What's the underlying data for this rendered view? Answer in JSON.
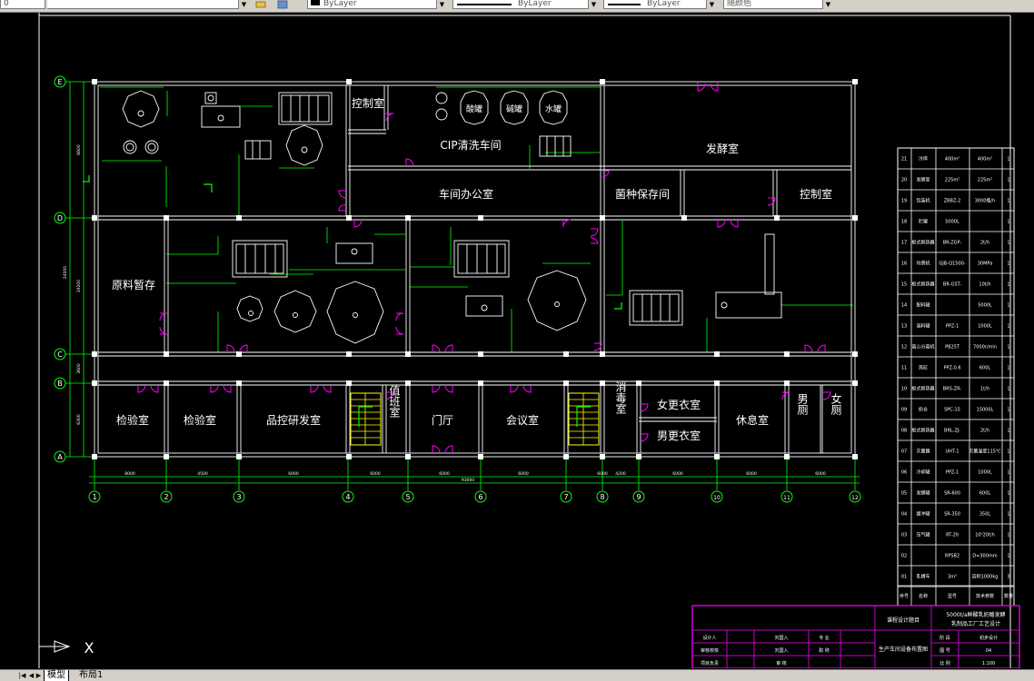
{
  "toolbar": {
    "layer_value": "0",
    "color_value": "ByLayer",
    "linetype_value": "ByLayer",
    "lineweight_value": "ByLayer",
    "plotstyle_value": "随颜色"
  },
  "grid": {
    "x_labels": [
      "1",
      "2",
      "3",
      "4",
      "5",
      "6",
      "7",
      "8",
      "9",
      "10",
      "11",
      "12"
    ],
    "y_labels": [
      "E",
      "D",
      "C",
      "B",
      "A"
    ]
  },
  "dimensions": {
    "bottom": [
      "8000",
      "4500",
      "6000",
      "6000",
      "6000",
      "6000",
      "6000",
      "4200",
      "6000",
      "6000",
      "6000"
    ],
    "total": "93000",
    "left": [
      "6600",
      "19200",
      "3600",
      "6300",
      "24000"
    ]
  },
  "rooms": {
    "control_room_1": "控制室",
    "cip_room": "CIP清洗车间",
    "fermentation_room": "发酵室",
    "office": "车间办公室",
    "culture_room": "菌种保存间",
    "control_room_2": "控制室",
    "raw_storage": "原料暂存",
    "lab_1": "检验室",
    "lab_2": "检验室",
    "qc_lab": "品控研发室",
    "duty_room": "值班室",
    "lobby": "门厅",
    "meeting_room": "会议室",
    "disinfection": "消毒室",
    "female_locker": "女更衣室",
    "male_locker": "男更衣室",
    "lounge": "休息室",
    "male_wc": "男厕",
    "female_wc": "女厕"
  },
  "tanks": {
    "acid": "酸罐",
    "alkali": "碱罐",
    "water": "水罐"
  },
  "equipment_table": {
    "rows": [
      {
        "no": "21",
        "name": "冷库",
        "model": "400m²",
        "param": "400m²",
        "qty": "1"
      },
      {
        "no": "20",
        "name": "发酵室",
        "model": "225m²",
        "param": "225m²",
        "qty": "1"
      },
      {
        "no": "19",
        "name": "包装机",
        "model": "ZBBZ-2",
        "param": "3000瓶/h",
        "qty": "1"
      },
      {
        "no": "18",
        "name": "贮罐",
        "model": "5000L",
        "param": "",
        "qty": "1"
      },
      {
        "no": "17",
        "name": "板式换热器",
        "model": "BR-ZGP-",
        "param": "2t/h",
        "qty": "1"
      },
      {
        "no": "16",
        "name": "均质机",
        "model": "GJB-Q1500-",
        "param": "30MPa",
        "qty": "1"
      },
      {
        "no": "15",
        "name": "板式换热器",
        "model": "BR-GST-",
        "param": "10t/h",
        "qty": "1"
      },
      {
        "no": "14",
        "name": "配料罐",
        "model": "",
        "param": "5000L",
        "qty": "1"
      },
      {
        "no": "13",
        "name": "混料罐",
        "model": "PPZ-1",
        "param": "1000L",
        "qty": "1"
      },
      {
        "no": "12",
        "name": "离心分离机",
        "model": "PB25T",
        "param": "7000r/min",
        "qty": "1"
      },
      {
        "no": "11",
        "name": "热缸",
        "model": "PPZ-0.6",
        "param": "600L",
        "qty": "1"
      },
      {
        "no": "10",
        "name": "板式换热器",
        "model": "BRS-ZR-",
        "param": "1t/h",
        "qty": "1"
      },
      {
        "no": "09",
        "name": "奶仓",
        "model": "SPC-15",
        "param": "15000L",
        "qty": "1"
      },
      {
        "no": "08",
        "name": "板式换热器",
        "model": "BRL-ZJ-",
        "param": "2t/h",
        "qty": "1"
      },
      {
        "no": "07",
        "name": "灭菌器",
        "model": "UHT-1",
        "param": "灭菌温度115℃",
        "qty": "1"
      },
      {
        "no": "06",
        "name": "冷却罐",
        "model": "PPZ-1",
        "param": "1000L",
        "qty": "1"
      },
      {
        "no": "05",
        "name": "发酵罐",
        "model": "SR-600",
        "param": "600L",
        "qty": "1"
      },
      {
        "no": "04",
        "name": "缓冲罐",
        "model": "SR-350",
        "param": "350L",
        "qty": "1"
      },
      {
        "no": "03",
        "name": "压气罐",
        "model": "RT-20",
        "param": "10⁵20t/h",
        "qty": "1"
      },
      {
        "no": "02",
        "name": "",
        "model": "RPSB2",
        "param": "D=300mm",
        "qty": "1"
      },
      {
        "no": "01",
        "name": "乳槽车",
        "model": "3m³",
        "param": "容积1000kg",
        "qty": "3"
      }
    ],
    "header": {
      "no": "序号",
      "name": "名称",
      "model": "型号",
      "param": "技术参数",
      "qty": "数量"
    }
  },
  "title_block": {
    "project_label": "课程设计题目",
    "project_name": "5000t/a鲜酸乳奶酪发酵",
    "project_name_2": "乳制品工厂工艺设计",
    "designer": "设计人",
    "designer_name": "刘国入",
    "checker": "审核校核",
    "checker_name": "刘国入",
    "approver": "项目负责",
    "approver_name": "审 核",
    "major": "专 业",
    "position": "职 称",
    "drawing_name": "生产车间设备布置图",
    "stage": "阶 段",
    "stage_value": "初步设计",
    "drawing_no": "图 号",
    "drawing_no_value": "04",
    "scale": "比 例",
    "scale_value": "1:100"
  },
  "tabs": {
    "model": "模型",
    "layout1": "布局1"
  },
  "colors": {
    "background": "#000000",
    "walls": "#ffffff",
    "dims": "#00ff00",
    "doors": "#ff00ff",
    "stairs": "#ffff00"
  }
}
